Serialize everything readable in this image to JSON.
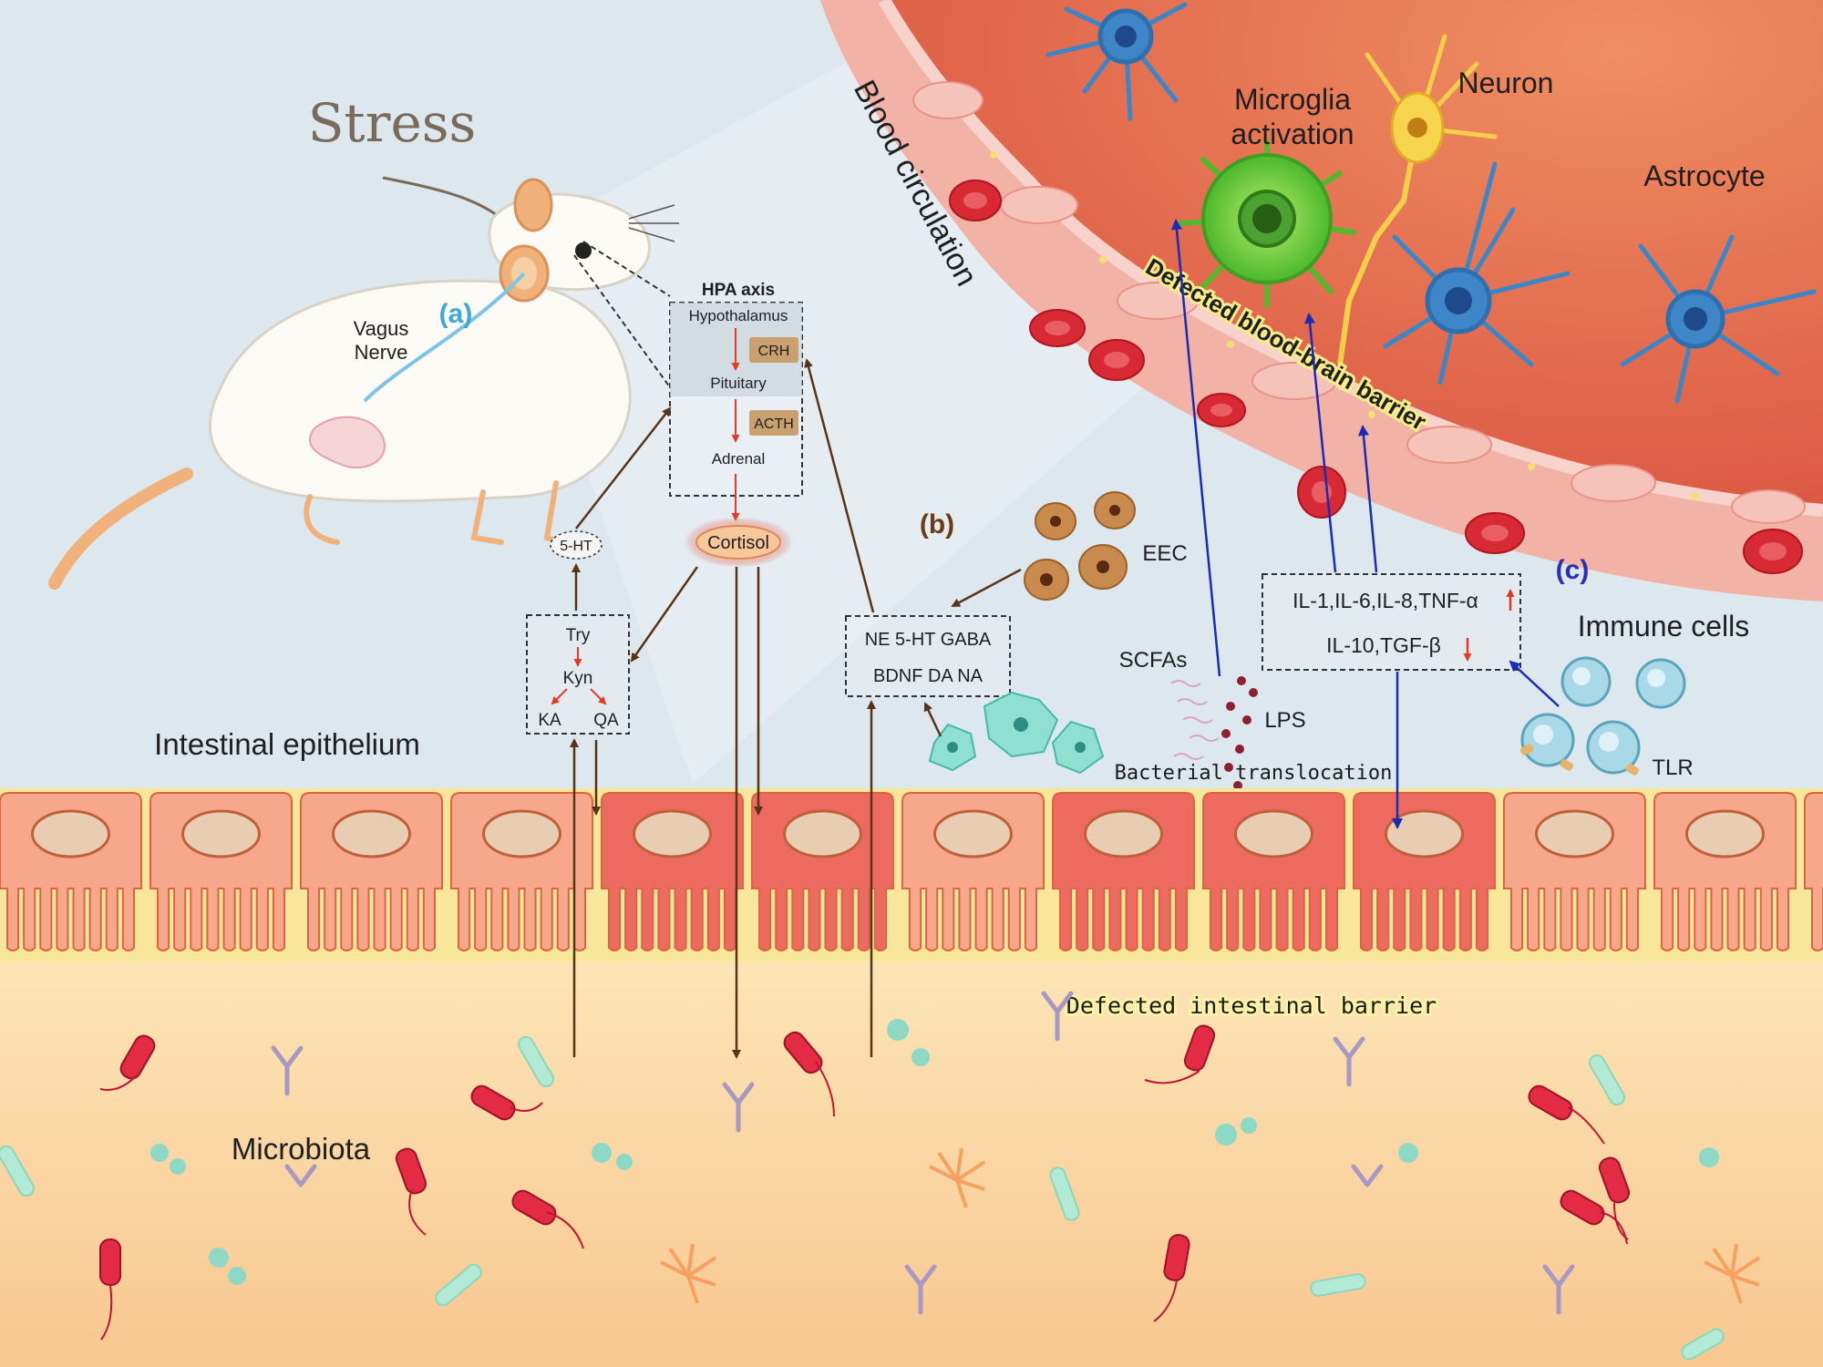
{
  "labels": {
    "stress": "Stress",
    "vagus_nerve_line1": "Vagus",
    "vagus_nerve_line2": "Nerve",
    "panel_a": "(a)",
    "panel_b": "(b)",
    "panel_c": "(c)",
    "blood_circulation": "Blood circulation",
    "microglia_line1": "Microglia",
    "microglia_line2": "activation",
    "neuron": "Neuron",
    "astrocyte": "Astrocyte",
    "defected_bbb": "Defected blood-brain barrier",
    "eec": "EEC",
    "scfas": "SCFAs",
    "lps": "LPS",
    "immune_cells": "Immune cells",
    "tlr": "TLR",
    "bacterial_translocation": "Bacterial translocation",
    "intestinal_epithelium": "Intestinal epithelium",
    "defected_intestinal_barrier": "Defected intestinal barrier",
    "microbiota": "Microbiota"
  },
  "hpa": {
    "title": "HPA axis",
    "hypothalamus": "Hypothalamus",
    "crh": "CRH",
    "pituitary": "Pituitary",
    "acth": "ACTH",
    "adrenal": "Adrenal",
    "cortisol": "Cortisol"
  },
  "kynurenine": {
    "five_ht": "5-HT",
    "try": "Try",
    "kyn": "Kyn",
    "ka": "KA",
    "qa": "QA"
  },
  "neurotransmitters": {
    "line1": "NE 5-HT GABA",
    "line2": "BDNF DA NA"
  },
  "cytokines": {
    "line1": "IL-1,IL-6,IL-8,TNF-α",
    "line2": "IL-10,TGF-β"
  },
  "colors": {
    "brain_tissue": "#e6714f",
    "vessel_wall": "#f2b3a6",
    "epithelium_cell": "#f7a78b",
    "epithelium_cell_damaged": "#ec6a60",
    "lumen": "#fbd7a4",
    "arrow_brown": "#5a3317",
    "arrow_blue": "#1a2bb5",
    "arrow_red": "#e23b22",
    "panel_a_label": "#3da7d8",
    "panel_b_label": "#6a3d14",
    "panel_c_label": "#2a2fb6"
  }
}
